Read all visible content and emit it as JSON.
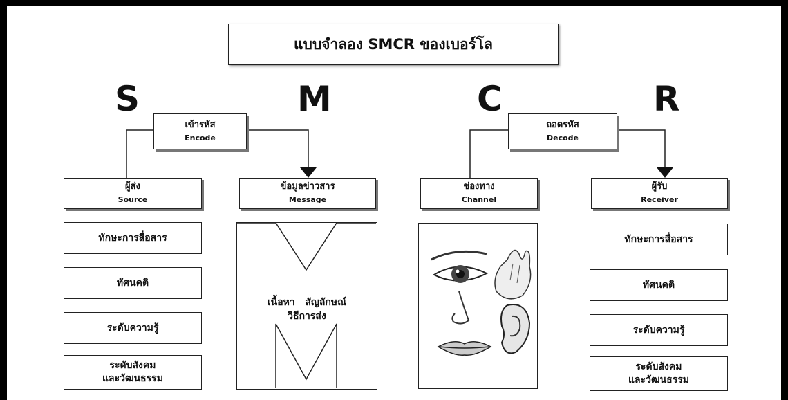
{
  "title": "แบบจำลอง SMCR ของเบอร์โล",
  "letters": [
    "S",
    "M",
    "C",
    "R"
  ],
  "encode": {
    "thai": "เข้ารหัส",
    "eng": "Encode"
  },
  "decode": {
    "thai": "ถอดรหัส",
    "eng": "Decode"
  },
  "source": {
    "thai": "ผู้ส่ง",
    "eng": "Source",
    "items": [
      "ทักษะการสื่อสาร",
      "ทัศนคติ",
      "ระดับความรู้",
      "ระดับสังคม\nและวัฒนธรรม"
    ]
  },
  "message": {
    "thai": "ข้อมูลข่าวสาร",
    "eng": "Message",
    "content": "เนื้อหา   สัญลักษณ์\nวิธีการส่ง"
  },
  "channel": {
    "thai": "ช่องทาง",
    "eng": "Channel"
  },
  "receiver": {
    "thai": "ผู้รับ",
    "eng": "Receiver",
    "items": [
      "ทักษะการสื่อสาร",
      "ทัศนคติ",
      "ระดับความรู้",
      "ระดับสังคม\nและวัฒนธรรม"
    ]
  }
}
